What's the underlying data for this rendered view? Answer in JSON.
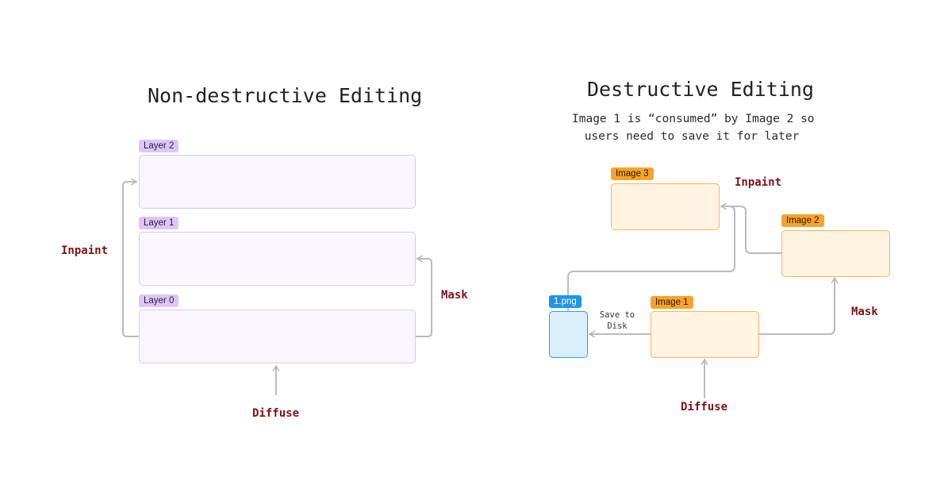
{
  "left": {
    "title": "Non-destructive Editing",
    "layers": [
      {
        "label": "Layer 2"
      },
      {
        "label": "Layer 1"
      },
      {
        "label": "Layer 0"
      }
    ],
    "ops": {
      "inpaint": "Inpaint",
      "mask": "Mask",
      "diffuse": "Diffuse"
    }
  },
  "right": {
    "title": "Destructive Editing",
    "subtitle_line1": "Image 1 is “consumed” by Image 2 so",
    "subtitle_line2": "users need to save it for later",
    "images": {
      "image3": "Image 3",
      "image2": "Image 2",
      "image1": "Image 1",
      "file": "1.png"
    },
    "save_note_line1": "Save to",
    "save_note_line2": "Disk",
    "ops": {
      "inpaint": "Inpaint",
      "mask": "Mask",
      "diffuse": "Diffuse"
    }
  },
  "colors": {
    "operation_text": "#7d1316",
    "layer_fill": "#f9f6fd",
    "layer_tag": "#dcc6f6",
    "image_fill": "#fff3e2",
    "image_tag": "#f6a32c",
    "file_fill": "#dbeefc",
    "file_tag": "#1e96ea",
    "connector": "#bbbbbb"
  }
}
